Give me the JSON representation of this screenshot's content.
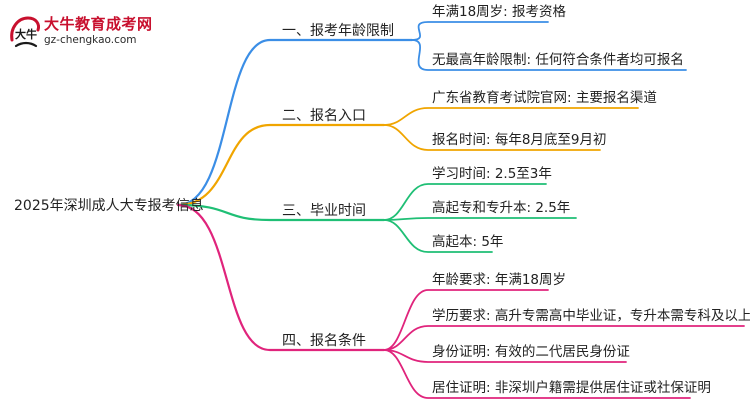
{
  "logo": {
    "title": "大牛教育成考网",
    "url": "gz-chengkao.com",
    "mark_text": "大牛"
  },
  "root": {
    "label": "2025年深圳成人大专报考信息"
  },
  "branches": [
    {
      "label": "一、报考年龄限制",
      "color": "#3b8ee6",
      "leaves": [
        "年满18周岁: 报考资格",
        "无最高年龄限制: 任何符合条件者均可报名"
      ]
    },
    {
      "label": "二、报名入口",
      "color": "#f0a500",
      "leaves": [
        "广东省教育考试院官网: 主要报名渠道",
        "报名时间: 每年8月底至9月初"
      ]
    },
    {
      "label": "三、毕业时间",
      "color": "#1fbf75",
      "leaves": [
        "学习时间: 2.5至3年",
        "高起专和专升本: 2.5年",
        "高起本: 5年"
      ]
    },
    {
      "label": "四、报名条件",
      "color": "#e0247c",
      "leaves": [
        "年龄要求: 年满18周岁",
        "学历要求: 高升专需高中毕业证，专升本需专科及以上学历",
        "身份证明: 有效的二代居民身份证",
        "居住证明: 非深圳户籍需提供居住证或社保证明"
      ]
    }
  ]
}
